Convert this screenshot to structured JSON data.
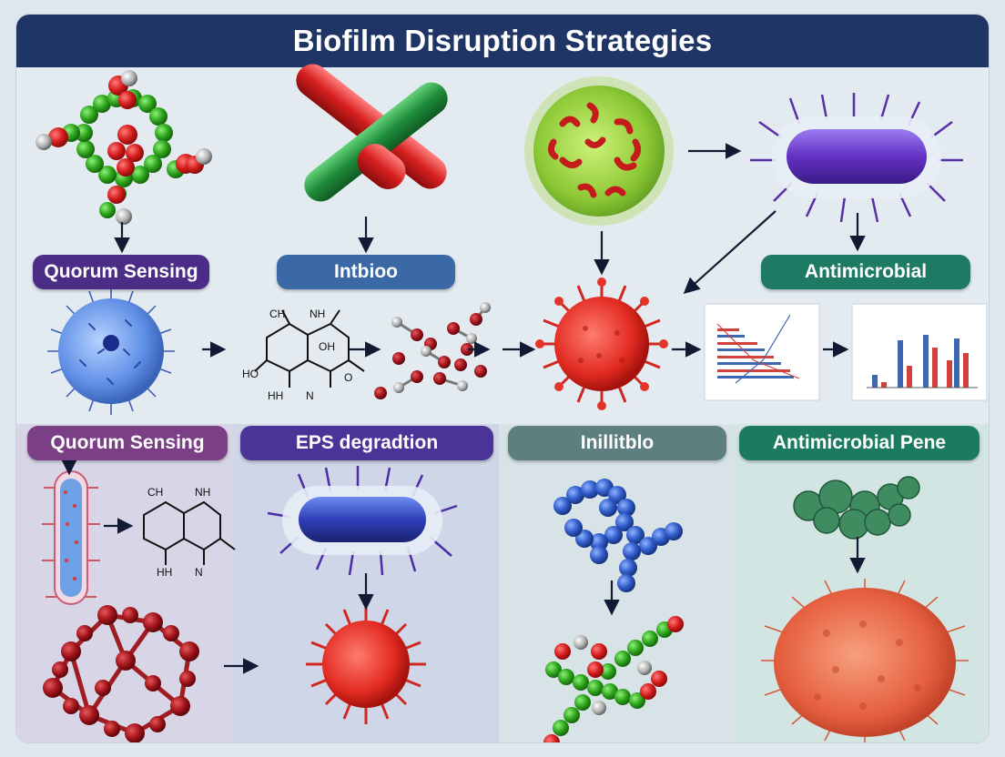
{
  "title": "Biofilm Disruption Strategies",
  "row1_labels": {
    "quorum": "Quorum Sensing",
    "intbioo": "Intbioo",
    "antimicrobial": "Antimicrobial"
  },
  "row2_labels": {
    "quorum": "Quorum Sensing",
    "eps": "EPS degradtion",
    "inhibitor": "Inillitblo",
    "peptide": "Antimicrobial Pene"
  },
  "chem_labels": {
    "ch": "CH",
    "nh": "NH",
    "oh": "OH",
    "ho": "HO",
    "hh": "HH",
    "o": "O",
    "n": "N"
  },
  "colors": {
    "title_bar": "#1f3566",
    "quorum_pill": "#4b2c86",
    "intbioo_pill": "#3a69a6",
    "antimicrobial_pill": "#1e7a63",
    "quorum_pill2": "#7b3f86",
    "eps_pill": "#4b3497",
    "inhibitor_pill": "#5e7f80",
    "peptide_pill": "#1c7a5e"
  }
}
